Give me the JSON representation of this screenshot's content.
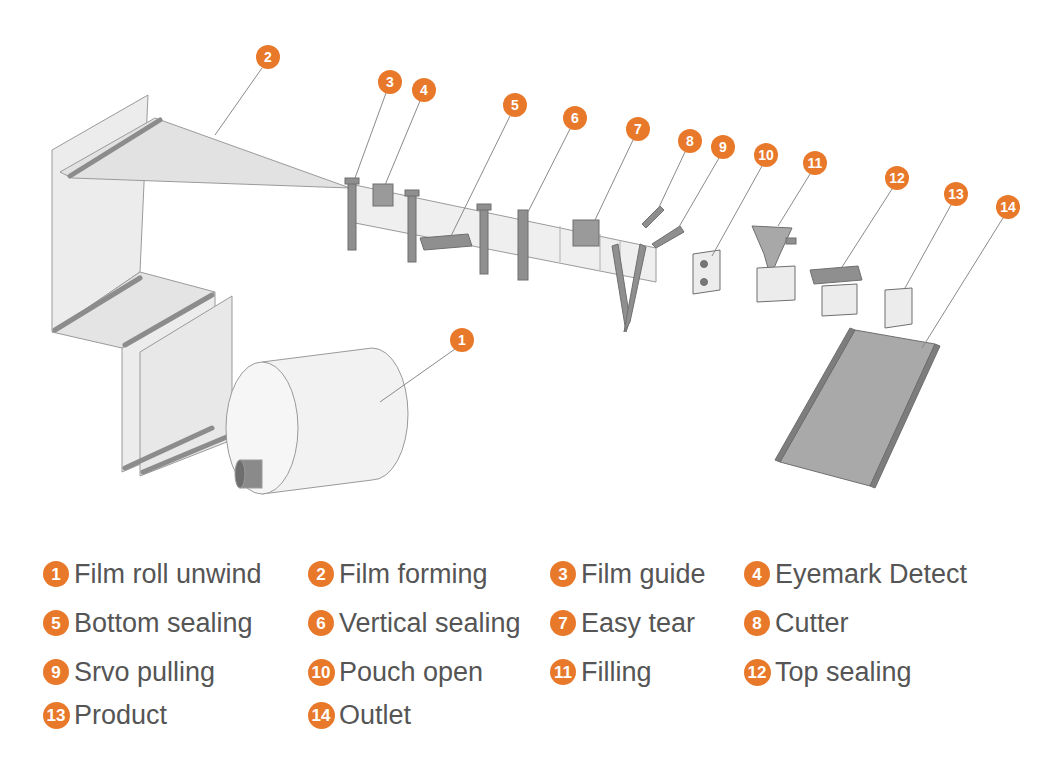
{
  "diagram": {
    "nodes": [
      {
        "text": [
          "2"
        ]
      },
      {
        "text": [
          "3"
        ]
      },
      {
        "text": [
          "4"
        ]
      },
      {
        "text": [
          "5"
        ]
      },
      {
        "text": [
          "6"
        ]
      },
      {
        "text": [
          "7"
        ]
      },
      {
        "text": [
          "8"
        ]
      },
      {
        "text": [
          "9"
        ]
      },
      {
        "text": [
          "10"
        ]
      },
      {
        "text": [
          "11"
        ]
      },
      {
        "text": [
          "12"
        ]
      },
      {
        "text": [
          "13"
        ]
      },
      {
        "text": [
          "14"
        ]
      },
      {
        "text": [
          "1"
        ]
      },
      {
        "text": [
          "1"
        ]
      },
      {
        "text": [
          "2"
        ]
      },
      {
        "text": [
          "3"
        ]
      },
      {
        "text": [
          "4"
        ]
      },
      {
        "text": [
          "5"
        ]
      },
      {
        "text": [
          "6"
        ]
      },
      {
        "text": [
          "7"
        ]
      },
      {
        "text": [
          "8"
        ]
      },
      {
        "text": [
          "9"
        ]
      },
      {
        "text": [
          "10"
        ]
      },
      {
        "text": [
          "11"
        ]
      },
      {
        "text": [
          "12"
        ]
      },
      {
        "text": [
          "13"
        ]
      },
      {
        "text": [
          "14"
        ]
      }
    ],
    "labels": [
      "Film roll unwind",
      "Film forming",
      "Film guide",
      "Eyemark Detect",
      "Bottom sealing",
      "Vertical sealing",
      "Easy tear",
      "Cutter",
      "Srvo pulling",
      "Pouch open",
      "Filling",
      "Top sealing",
      "Product",
      "Outlet"
    ]
  }
}
